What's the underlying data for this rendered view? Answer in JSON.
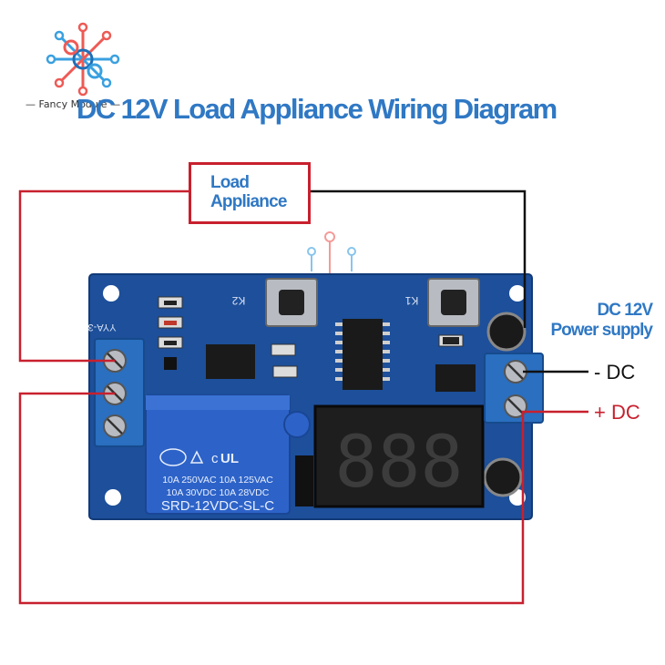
{
  "brand": {
    "name": "— Fancy Module —",
    "logo_icon": "circuit-node-logo-icon"
  },
  "title": "DC 12V Load Appliance Wiring Diagram",
  "labels": {
    "load_appliance_line1": "Load",
    "load_appliance_line2": "Appliance",
    "power_supply_line1": "DC 12V",
    "power_supply_line2": "Power supply",
    "negative": "- DC",
    "positive": "+ DC"
  },
  "board": {
    "model": "YYA-3",
    "relay_line1": "10A 250VAC 10A 125VAC",
    "relay_line2": "10A  30VDC  10A  28VDC",
    "relay_model": "SRD-12VDC-SL-C",
    "button_left": "K2",
    "button_right": "K1",
    "display": "888"
  },
  "colors": {
    "title": "#2f78c4",
    "label_blue": "#2f78c4",
    "wire_red": "#c8202e",
    "wire_black": "#111111",
    "pcb": "#1d4f9a",
    "relay": "#2d63c8"
  }
}
